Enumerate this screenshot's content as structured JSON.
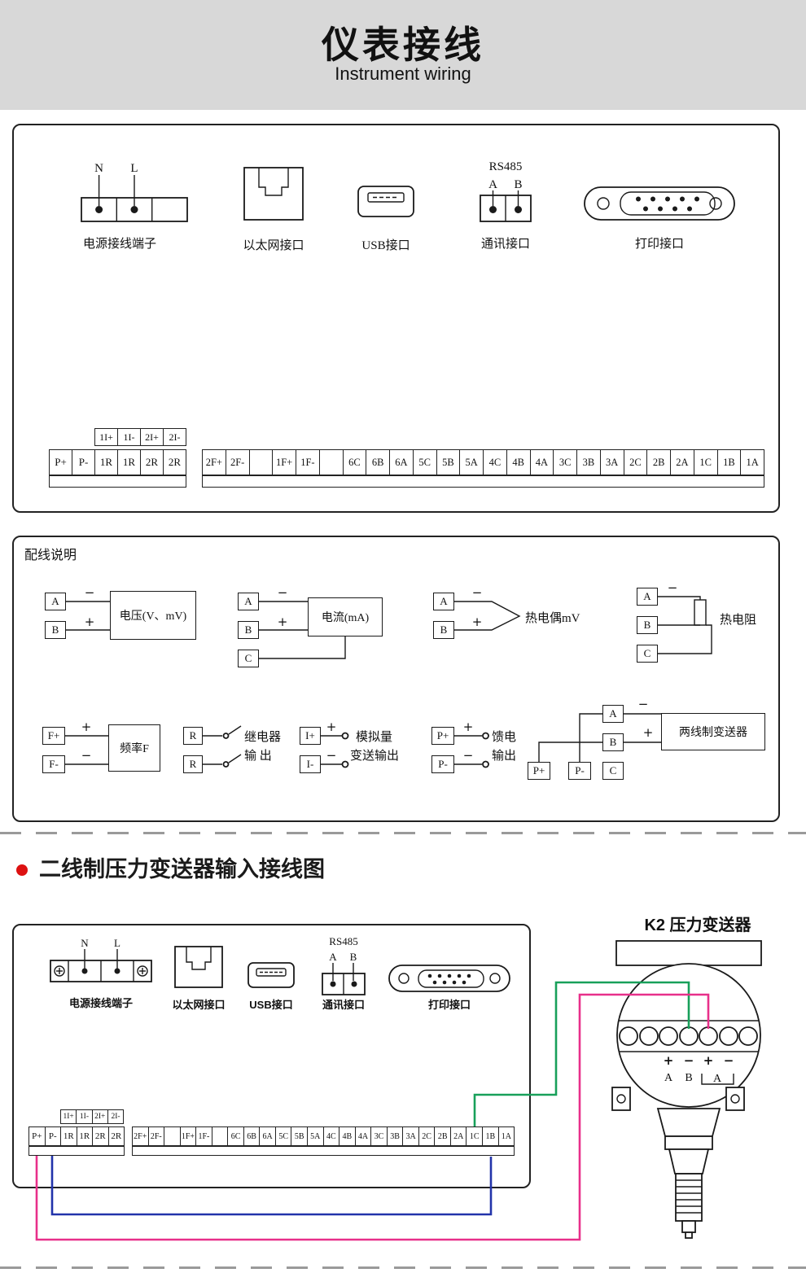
{
  "header": {
    "title": "仪表接线",
    "subtitle": "Instrument wiring"
  },
  "panel1": {
    "power": {
      "caption": "电源接线端子",
      "pin_n": "N",
      "pin_l": "L"
    },
    "ethernet": {
      "caption": "以太网接口"
    },
    "usb": {
      "caption": "USB接口"
    },
    "comm": {
      "caption": "通讯接口",
      "protocol": "RS485",
      "pin_a": "A",
      "pin_b": "B"
    },
    "printer": {
      "caption": "打印接口"
    },
    "strip_upper": [
      "1I+",
      "1I-",
      "2I+",
      "2I-"
    ],
    "strip_left": [
      "P+",
      "P-",
      "1R",
      "1R",
      "2R",
      "2R"
    ],
    "strip_right": [
      "2F+",
      "2F-",
      "",
      "1F+",
      "1F-",
      "",
      "6C",
      "6B",
      "6A",
      "5C",
      "5B",
      "5A",
      "4C",
      "4B",
      "4A",
      "3C",
      "3B",
      "3A",
      "2C",
      "2B",
      "2A",
      "1C",
      "1B",
      "1A"
    ]
  },
  "panel2": {
    "title": "配线说明",
    "voltage": {
      "a": "A",
      "b": "B",
      "minus": "−",
      "plus": "+",
      "label": "电压(V、mV)"
    },
    "current": {
      "a": "A",
      "b": "B",
      "c": "C",
      "minus": "−",
      "plus": "+",
      "label": "电流(mA)"
    },
    "thermocouple": {
      "a": "A",
      "b": "B",
      "minus": "−",
      "plus": "+",
      "label": "热电偶mV"
    },
    "rtd": {
      "a": "A",
      "b": "B",
      "c": "C",
      "minus": "−",
      "label": "热电阻"
    },
    "frequency": {
      "fp": "F+",
      "fm": "F-",
      "plus": "+",
      "minus": "−",
      "label": "频率F"
    },
    "relay": {
      "r1": "R",
      "r2": "R",
      "label1": "继电器",
      "label2": "输 出"
    },
    "analog": {
      "ip": "I+",
      "im": "I-",
      "plus": "+",
      "minus": "−",
      "label1": "模拟量",
      "label2": "变送输出"
    },
    "feed": {
      "pp": "P+",
      "pm": "P-",
      "plus": "+",
      "minus": "−",
      "label1": "馈电",
      "label2": "输出"
    },
    "twowire": {
      "a": "A",
      "b": "B",
      "c": "C",
      "pp": "P+",
      "pm": "P-",
      "minus": "−",
      "plus": "+",
      "label": "两线制变送器"
    }
  },
  "section2_title": "二线制压力变送器输入接线图",
  "panel3": {
    "power": {
      "caption": "电源接线端子",
      "pin_n": "N",
      "pin_l": "L"
    },
    "ethernet": {
      "caption": "以太网接口"
    },
    "usb": {
      "caption": "USB接口"
    },
    "comm": {
      "caption": "通讯接口",
      "protocol": "RS485",
      "pin_a": "A",
      "pin_b": "B"
    },
    "printer": {
      "caption": "打印接口"
    },
    "strip_upper": [
      "1I+",
      "1I-",
      "2I+",
      "2I-"
    ],
    "strip_left": [
      "P+",
      "P-",
      "1R",
      "1R",
      "2R",
      "2R"
    ],
    "strip_right": [
      "2F+",
      "2F-",
      "",
      "1F+",
      "1F-",
      "",
      "6C",
      "6B",
      "6A",
      "5C",
      "5B",
      "5A",
      "4C",
      "4B",
      "4A",
      "3C",
      "3B",
      "3A",
      "2C",
      "2B",
      "2A",
      "1C",
      "1B",
      "1A"
    ]
  },
  "transmitter": {
    "title": "K2  压力变送器",
    "signs": [
      "+",
      "−",
      "+",
      "−"
    ],
    "letters": [
      "A",
      "B",
      "A"
    ]
  },
  "colors": {
    "header_bg": "#d8d8d8",
    "bullet_red": "#dd1111",
    "wire_green": "#18a05a",
    "wire_pink": "#e8308a",
    "wire_blue": "#2233aa"
  }
}
